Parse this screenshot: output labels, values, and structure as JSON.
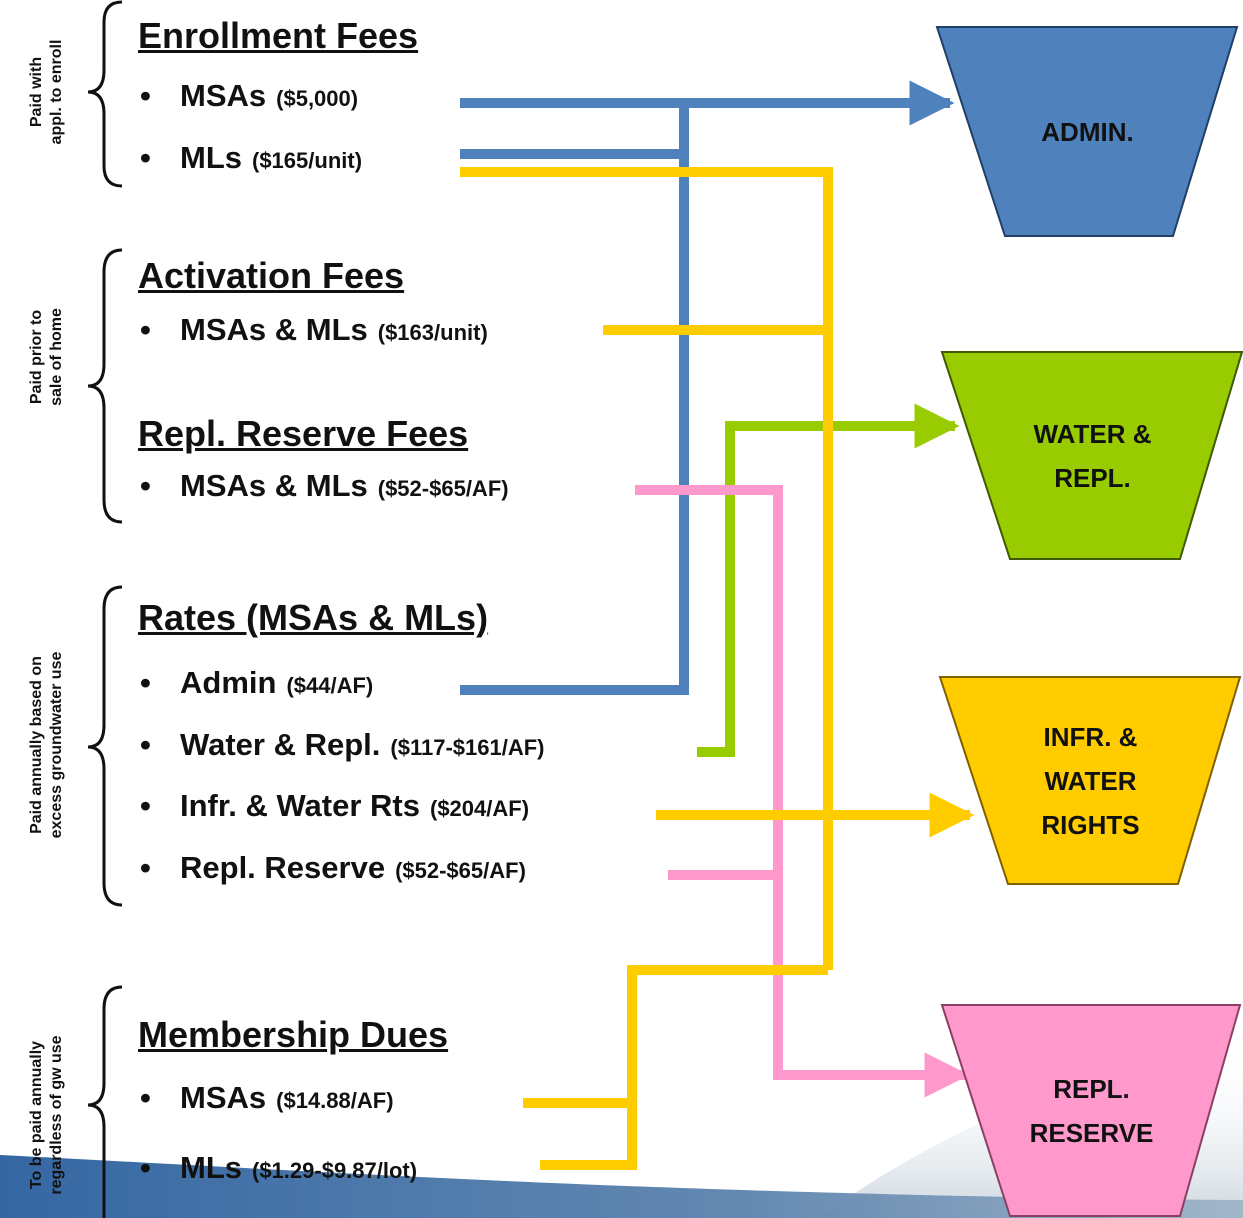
{
  "sections": [
    {
      "side": [
        "Paid with",
        "appl. to enroll"
      ],
      "heading": "Enrollment Fees",
      "items": [
        {
          "label": "MSAs",
          "amount": "($5,000)"
        },
        {
          "label": "MLs",
          "amount": "($165/unit)"
        }
      ]
    },
    {
      "side": [
        "Paid prior to",
        "sale of home"
      ],
      "heading": "Activation Fees",
      "items": [
        {
          "label": "MSAs & MLs",
          "amount": "($163/unit)"
        }
      ]
    },
    {
      "heading": "Repl. Reserve Fees",
      "items": [
        {
          "label": "MSAs & MLs",
          "amount": "($52-$65/AF)"
        }
      ]
    },
    {
      "side": [
        "Paid annually based on",
        "excess groundwater use"
      ],
      "heading": "Rates (MSAs & MLs)",
      "items": [
        {
          "label": "Admin",
          "amount": "($44/AF)"
        },
        {
          "label": "Water & Repl.",
          "amount": "($117-$161/AF)"
        },
        {
          "label": "Infr. & Water Rts",
          "amount": "($204/AF)"
        },
        {
          "label": "Repl. Reserve",
          "amount": "($52-$65/AF)"
        }
      ]
    },
    {
      "side": [
        "To be paid annually",
        "regardless of gw use"
      ],
      "heading": "Membership Dues",
      "items": [
        {
          "label": "MSAs",
          "amount": "($14.88/AF)"
        },
        {
          "label": "MLs",
          "amount": "($1.29-$9.87/lot)"
        }
      ]
    }
  ],
  "bullet": "•",
  "buckets": [
    {
      "lines": [
        "ADMIN."
      ],
      "color": "#4f81bd"
    },
    {
      "lines": [
        "WATER &",
        "REPL."
      ],
      "color": "#99cc00"
    },
    {
      "lines": [
        "INFR. &",
        "WATER",
        "RIGHTS"
      ],
      "color": "#ffcc00"
    },
    {
      "lines": [
        "REPL.",
        "RESERVE"
      ],
      "color": "#ff99cc"
    }
  ],
  "flow_colors": {
    "admin": "#4f81bd",
    "water": "#99cc00",
    "infra": "#ffcc00",
    "reserve": "#ff99cc"
  }
}
